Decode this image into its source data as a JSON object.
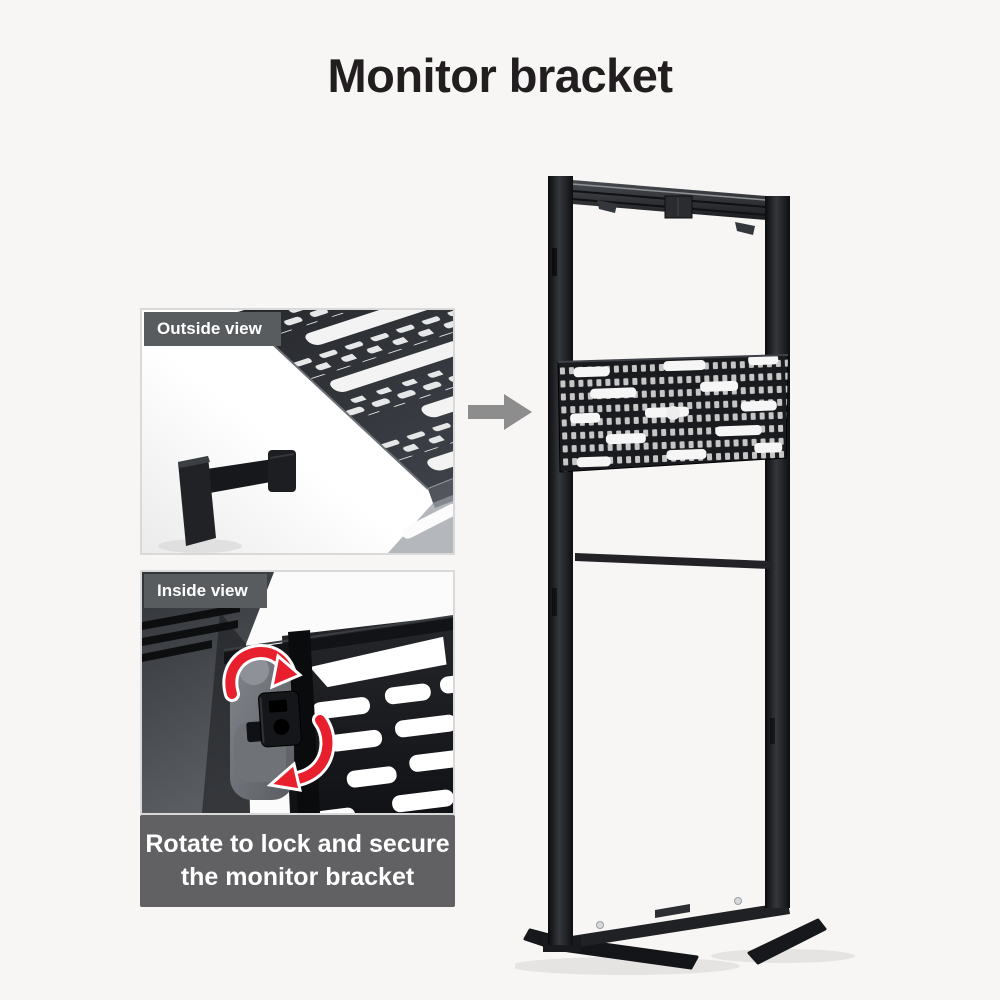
{
  "title": "Monitor bracket",
  "panels": {
    "outside": {
      "label": "Outside view"
    },
    "inside": {
      "label": "Inside view"
    }
  },
  "caption": {
    "line1": "Rotate to lock and secure",
    "line2": "the monitor bracket"
  },
  "icons": {
    "flow_arrow": "right-arrow",
    "rotate_top": "rotate-clockwise-arrow",
    "rotate_bottom": "rotate-counterclockwise-arrow"
  },
  "colors": {
    "page_bg": "#f7f6f5",
    "title_text": "#221e1f",
    "view_label_bg": "#585c5f",
    "view_label_text": "#ffffff",
    "caption_bg": "#616163",
    "caption_text": "#ffffff",
    "panel_border": "#d9d9d9",
    "flow_arrow_gray": "#8d8d8d",
    "rotate_arrow_red": "#e8202d",
    "metal_dark": "#1a1b1f"
  }
}
